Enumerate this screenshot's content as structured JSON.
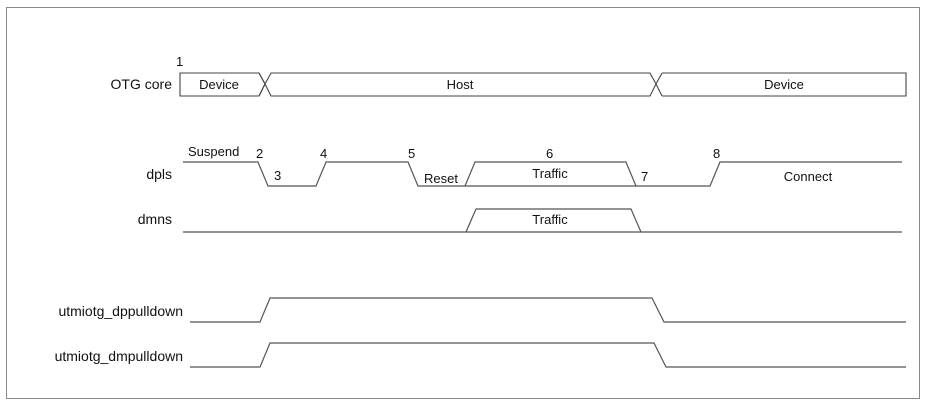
{
  "signals": [
    {
      "name": "OTG core"
    },
    {
      "name": "dpls"
    },
    {
      "name": "dmns"
    },
    {
      "name": "utmiotg_dppulldown"
    },
    {
      "name": "utmiotg_dmpulldown"
    }
  ],
  "otg_states": [
    "Device",
    "Host",
    "Device"
  ],
  "dpls_text": {
    "suspend": "Suspend",
    "reset": "Reset",
    "traffic": "Traffic",
    "connect": "Connect"
  },
  "dmns_text": {
    "traffic": "Traffic"
  },
  "markers": [
    "1",
    "2",
    "3",
    "4",
    "5",
    "6",
    "7",
    "8"
  ]
}
